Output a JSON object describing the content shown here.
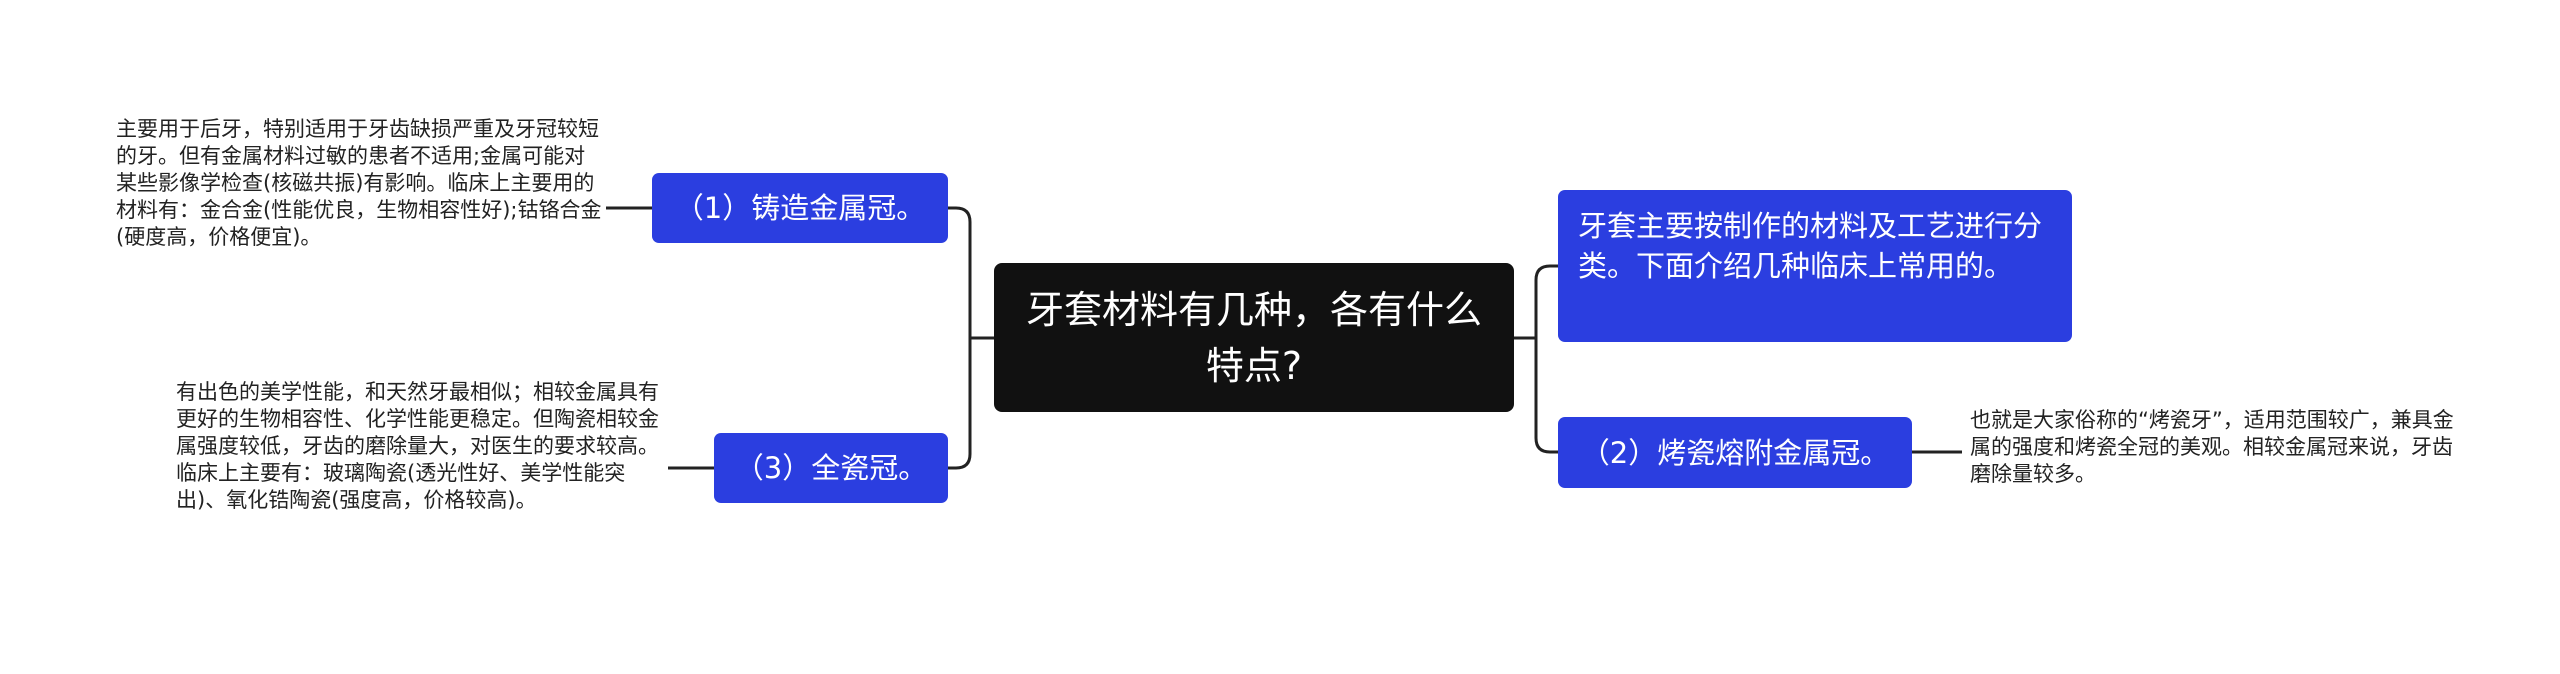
{
  "mindmap": {
    "center": {
      "title": "牙套材料有几种，各有什么特点?"
    },
    "branches": [
      {
        "id": "b1",
        "label": "（1）铸造金属冠。",
        "detail": "主要用于后牙，特别适用于牙齿缺损严重及牙冠较短的牙。但有金属材料过敏的患者不适用;金属可能对某些影像学检查(核磁共振)有影响。临床上主要用的材料有：金合金(性能优良，生物相容性好);钴铬合金(硬度高，价格便宜)。"
      },
      {
        "id": "b3",
        "label": "（3）全瓷冠。",
        "detail": "有出色的美学性能，和天然牙最相似；相较金属具有更好的生物相容性、化学性能更稳定。但陶瓷相较金属强度较低，牙齿的磨除量大，对医生的要求较高。临床上主要有：玻璃陶瓷(透光性好、美学性能突出)、氧化锆陶瓷(强度高，价格较高)。"
      },
      {
        "id": "intro",
        "label": "牙套主要按制作的材料及工艺进行分类。下面介绍几种临床上常用的。"
      },
      {
        "id": "b2",
        "label": "（2）烤瓷熔附金属冠。",
        "detail": "也就是大家俗称的“烤瓷牙”，适用范围较广，兼具金属的强度和烤瓷全冠的美观。相较金属冠来说，牙齿磨除量较多。"
      }
    ]
  },
  "colors": {
    "center_bg": "#111111",
    "branch_bg": "#2b3ee0",
    "connector": "#222222",
    "leaf_text": "#222222"
  }
}
